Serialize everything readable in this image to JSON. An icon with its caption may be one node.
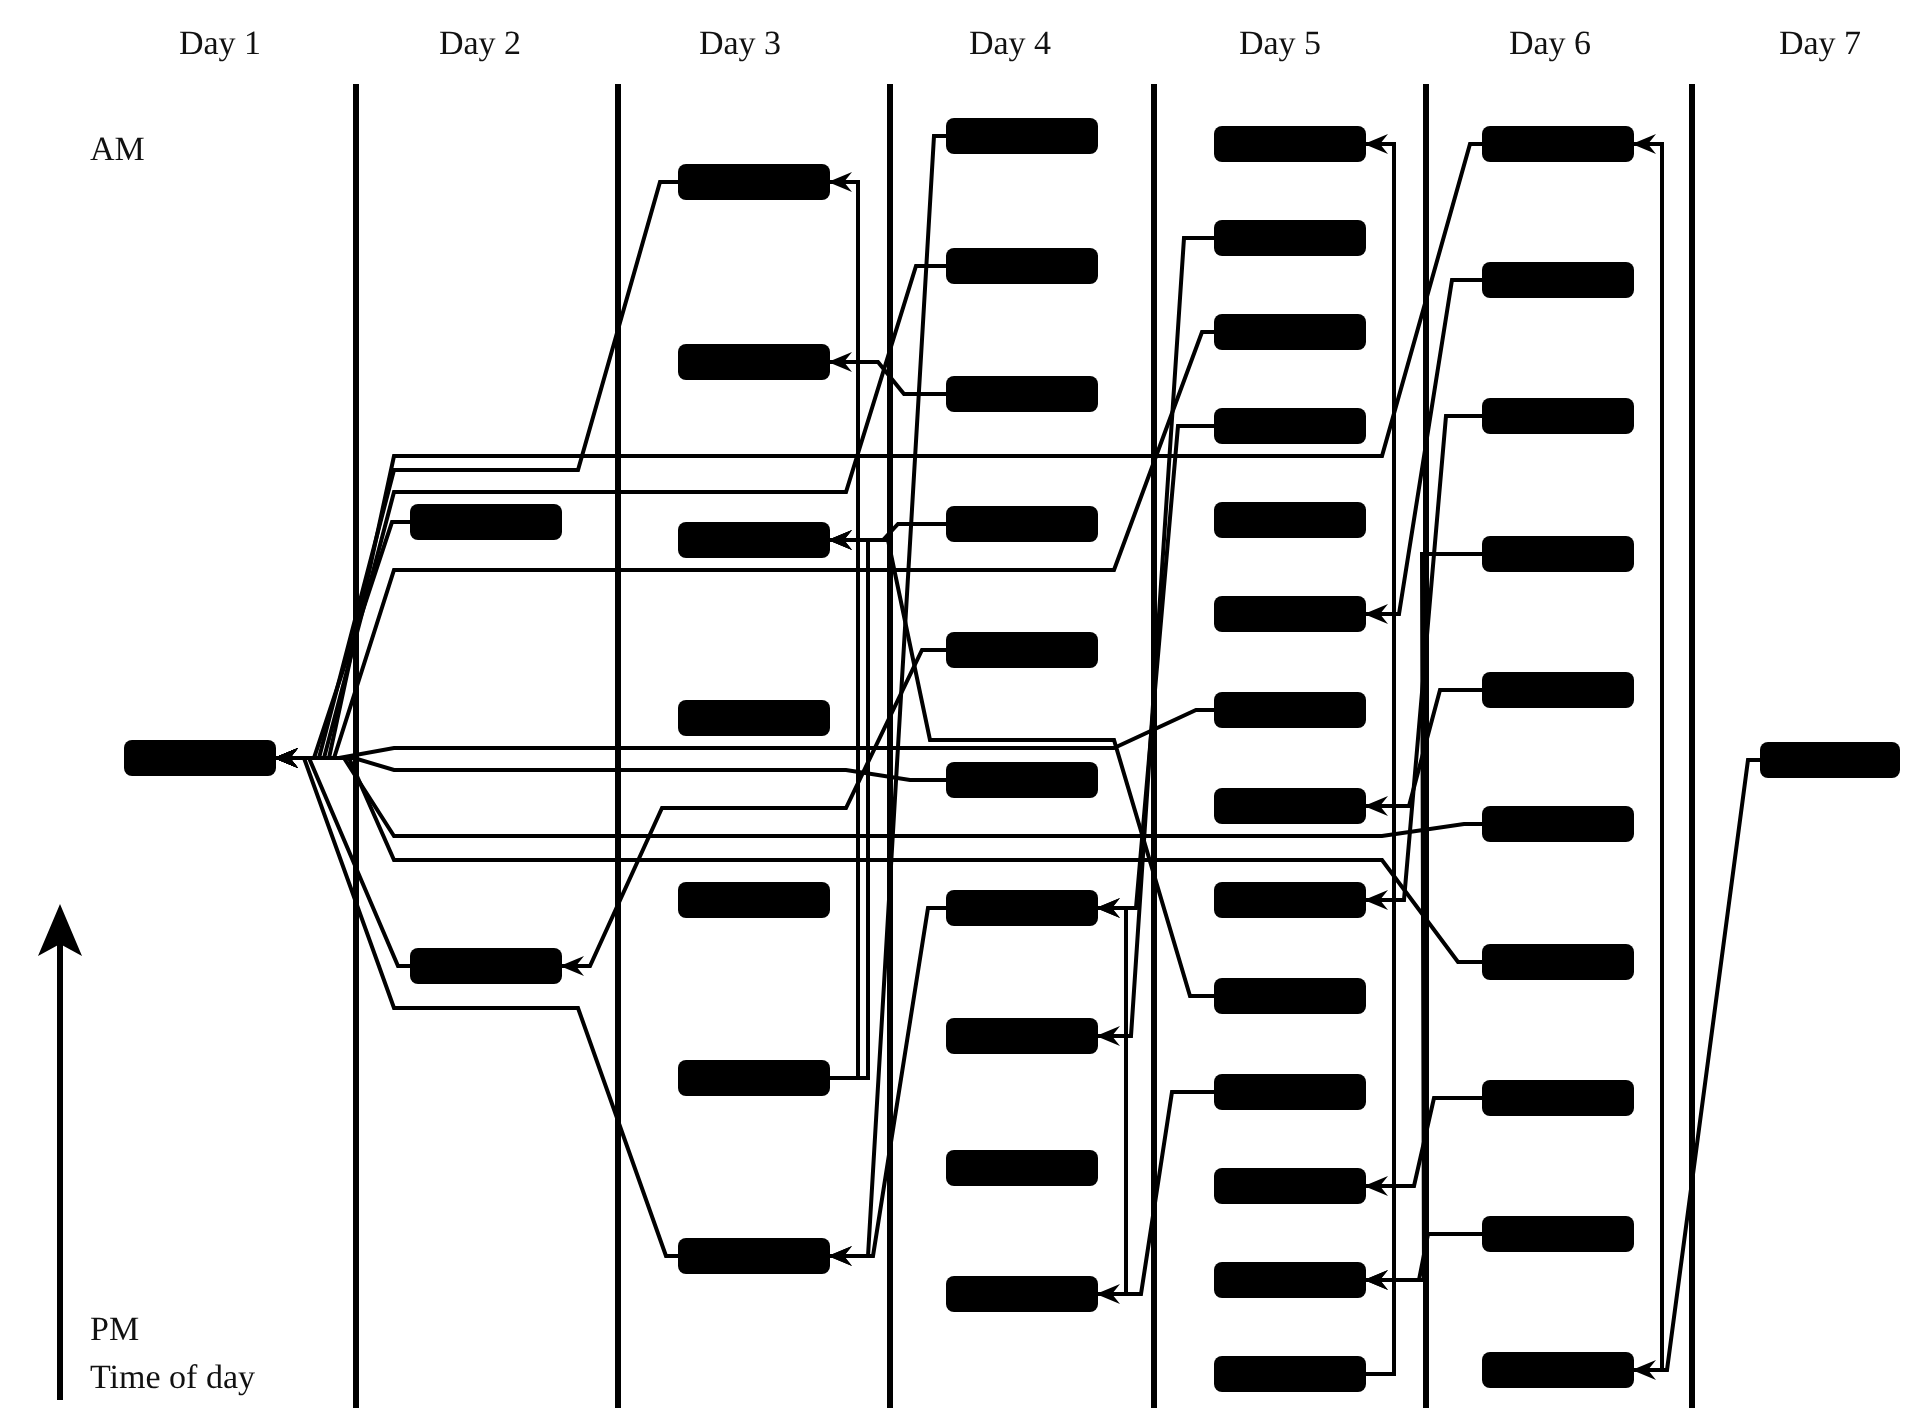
{
  "diagram": {
    "nodes": [
      {
        "text": [],
        "shape": "bar"
      },
      {
        "text": [],
        "shape": "bar"
      },
      {
        "text": [],
        "shape": "bar"
      },
      {
        "text": [],
        "shape": "bar"
      },
      {
        "text": [],
        "shape": "bar"
      },
      {
        "text": [],
        "shape": "bar"
      },
      {
        "text": [],
        "shape": "bar"
      },
      {
        "text": [],
        "shape": "bar"
      },
      {
        "text": [],
        "shape": "bar"
      },
      {
        "text": [],
        "shape": "bar"
      },
      {
        "text": [],
        "shape": "bar"
      },
      {
        "text": [],
        "shape": "bar"
      },
      {
        "text": [],
        "shape": "bar"
      },
      {
        "text": [],
        "shape": "bar"
      },
      {
        "text": [],
        "shape": "bar"
      },
      {
        "text": [],
        "shape": "bar"
      },
      {
        "text": [],
        "shape": "bar"
      },
      {
        "text": [],
        "shape": "bar"
      },
      {
        "text": [],
        "shape": "bar"
      },
      {
        "text": [],
        "shape": "bar"
      },
      {
        "text": [],
        "shape": "bar"
      },
      {
        "text": [],
        "shape": "bar"
      },
      {
        "text": [],
        "shape": "bar"
      },
      {
        "text": [],
        "shape": "bar"
      },
      {
        "text": [],
        "shape": "bar"
      },
      {
        "text": [],
        "shape": "bar"
      },
      {
        "text": [],
        "shape": "bar"
      },
      {
        "text": [],
        "shape": "bar"
      },
      {
        "text": [],
        "shape": "bar"
      },
      {
        "text": [],
        "shape": "bar"
      },
      {
        "text": [],
        "shape": "bar"
      },
      {
        "text": [],
        "shape": "bar"
      },
      {
        "text": [],
        "shape": "bar"
      },
      {
        "text": [],
        "shape": "bar"
      },
      {
        "text": [],
        "shape": "bar"
      },
      {
        "text": [],
        "shape": "bar"
      },
      {
        "text": [],
        "shape": "bar"
      },
      {
        "text": [],
        "shape": "bar"
      },
      {
        "text": [],
        "shape": "bar"
      },
      {
        "text": [],
        "shape": "bar"
      },
      {
        "text": [],
        "shape": "bar"
      },
      {
        "text": [],
        "shape": "bar"
      },
      {
        "text": [],
        "shape": "bar"
      },
      {
        "text": [],
        "shape": "bar"
      },
      {
        "text": [],
        "shape": "bar"
      }
    ],
    "edges": [
      {
        "from": 8,
        "to": 3,
        "arrow": "to"
      },
      {
        "from": 8,
        "to": 5,
        "arrow": "to"
      },
      {
        "from": 19,
        "to": 16,
        "arrow": "to"
      },
      {
        "from": 33,
        "to": 20,
        "arrow": "to"
      },
      {
        "from": 43,
        "to": 34,
        "arrow": "to"
      },
      {
        "from": 44,
        "to": 43,
        "arrow": "to"
      },
      {
        "from": 10,
        "to": 9,
        "arrow": "to"
      },
      {
        "from": 16,
        "to": 9,
        "arrow": "to"
      },
      {
        "from": 9,
        "to": 0,
        "arrow": "to"
      },
      {
        "from": 2,
        "to": 0,
        "arrow": "to"
      },
      {
        "from": 14,
        "to": 2,
        "arrow": "to"
      },
      {
        "from": 1,
        "to": 0,
        "arrow": "to"
      },
      {
        "from": 3,
        "to": 0,
        "arrow": "to"
      },
      {
        "from": 11,
        "to": 0,
        "arrow": "to"
      },
      {
        "from": 34,
        "to": 0,
        "arrow": "to"
      },
      {
        "from": 22,
        "to": 0,
        "arrow": "to"
      },
      {
        "from": 26,
        "to": 0,
        "arrow": "to"
      },
      {
        "from": 39,
        "to": 0,
        "arrow": "to"
      },
      {
        "from": 40,
        "to": 0,
        "arrow": "to"
      },
      {
        "from": 15,
        "to": 0,
        "arrow": "to"
      },
      {
        "from": 12,
        "to": 4,
        "arrow": "to"
      },
      {
        "from": 13,
        "to": 5,
        "arrow": "to"
      },
      {
        "from": 29,
        "to": 5,
        "arrow": "to"
      },
      {
        "from": 35,
        "to": 25,
        "arrow": "to"
      },
      {
        "from": 36,
        "to": 28,
        "arrow": "to"
      },
      {
        "from": 38,
        "to": 27,
        "arrow": "to"
      },
      {
        "from": 41,
        "to": 31,
        "arrow": "to"
      },
      {
        "from": 42,
        "to": 32,
        "arrow": "to"
      },
      {
        "from": 37,
        "to": 32,
        "arrow": "to"
      },
      {
        "from": 21,
        "to": 17,
        "arrow": "to"
      },
      {
        "from": 23,
        "to": 16,
        "arrow": "to"
      },
      {
        "from": 30,
        "to": 19,
        "arrow": "to"
      }
    ],
    "labels": [
      "Day 1",
      "Day 2",
      "Day 3",
      "Day 4",
      "Day 5",
      "Day 6",
      "Day 7",
      "AM",
      "PM",
      "Time of day"
    ]
  }
}
